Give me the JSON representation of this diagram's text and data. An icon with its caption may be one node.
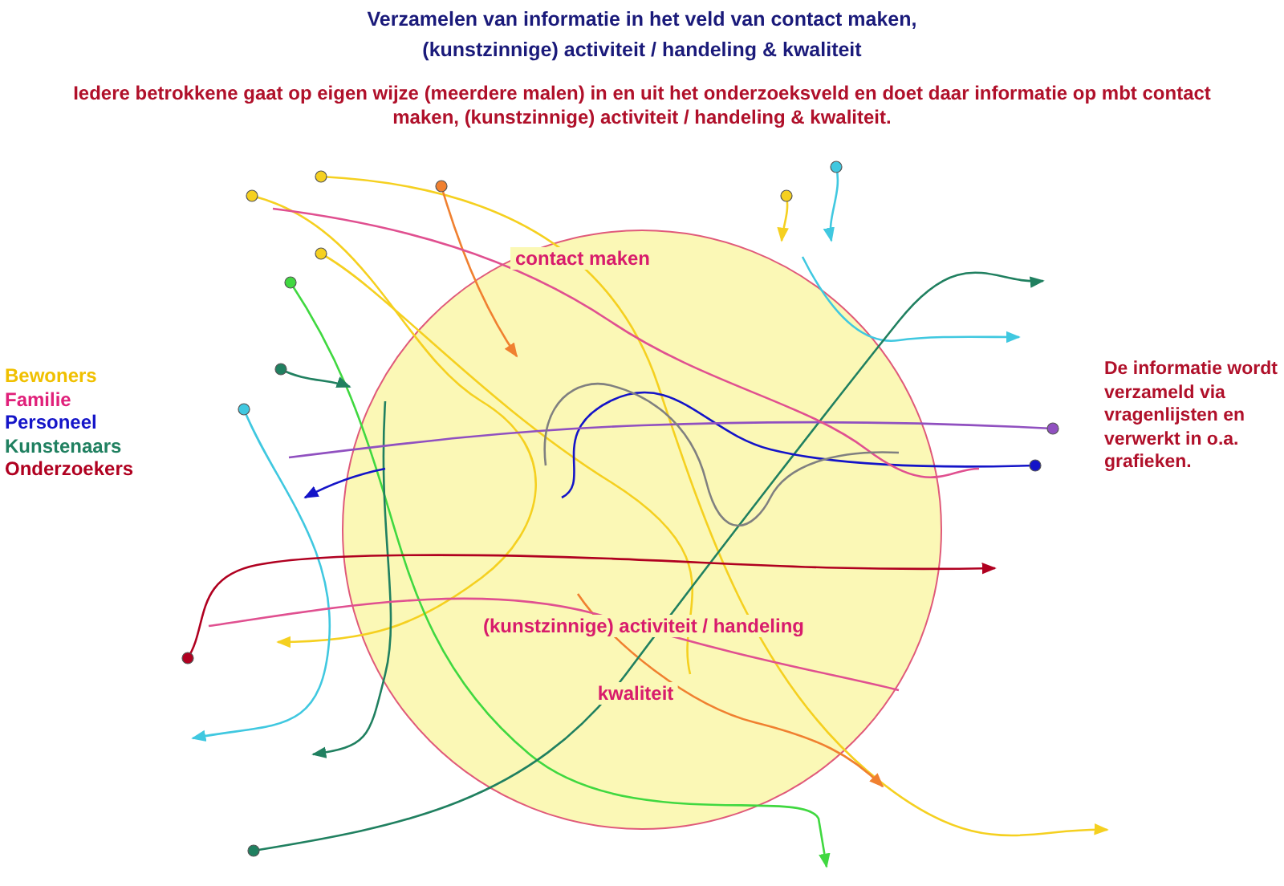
{
  "diagram": {
    "title": "Verzamelen van informatie in het veld van contact maken, (kunstzinnige) activiteit / handeling & kwaliteit",
    "nodes": [
      {
        "text": [
          "contact maken",
          "(kunstzinnige) activiteit / handeling",
          "kwaliteit"
        ]
      }
    ],
    "labels": [
      "Iedere betrokkene gaat op eigen wijze (meerdere malen) in en uit het onderzoeksveld en doet daar informatie op mbt contact maken, (kunstzinnige) activiteit / handeling & kwaliteit.",
      "De informatie wordt verzameld via vragenlijsten en verwerkt in o.a. grafieken."
    ],
    "legend": [
      {
        "text": "Bewoners",
        "color": "#f0c000"
      },
      {
        "text": "Familie",
        "color": "#e0207a"
      },
      {
        "text": "Personeel",
        "color": "#1414c8"
      },
      {
        "text": "Kunstenaars",
        "color": "#208060"
      },
      {
        "text": "Onderzoekers",
        "color": "#b00020"
      }
    ]
  }
}
